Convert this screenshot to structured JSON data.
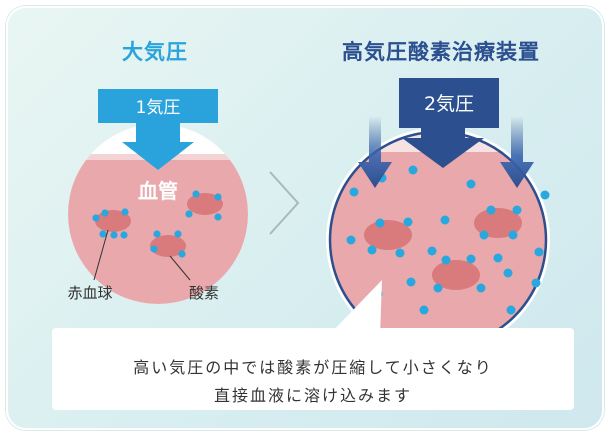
{
  "titles": {
    "left": "大気圧",
    "right": "高気圧酸素治療装置"
  },
  "left_panel": {
    "pressure_label": "1気圧",
    "vessel_label": "血管",
    "rbc_label": "赤血球",
    "oxygen_label": "酸素"
  },
  "right_panel": {
    "pressure_label": "2気圧"
  },
  "callout": {
    "line1": "高い気圧の中では酸素が圧縮して小さくなり",
    "line2": "直接血液に溶け込みます"
  },
  "colors": {
    "light_blue": "#2aa3dc",
    "navy": "#2b4f8f",
    "vessel_pink": "#e9a9ac",
    "cell_red": "#d97a7c",
    "oxygen_dot": "#29a8e0"
  }
}
